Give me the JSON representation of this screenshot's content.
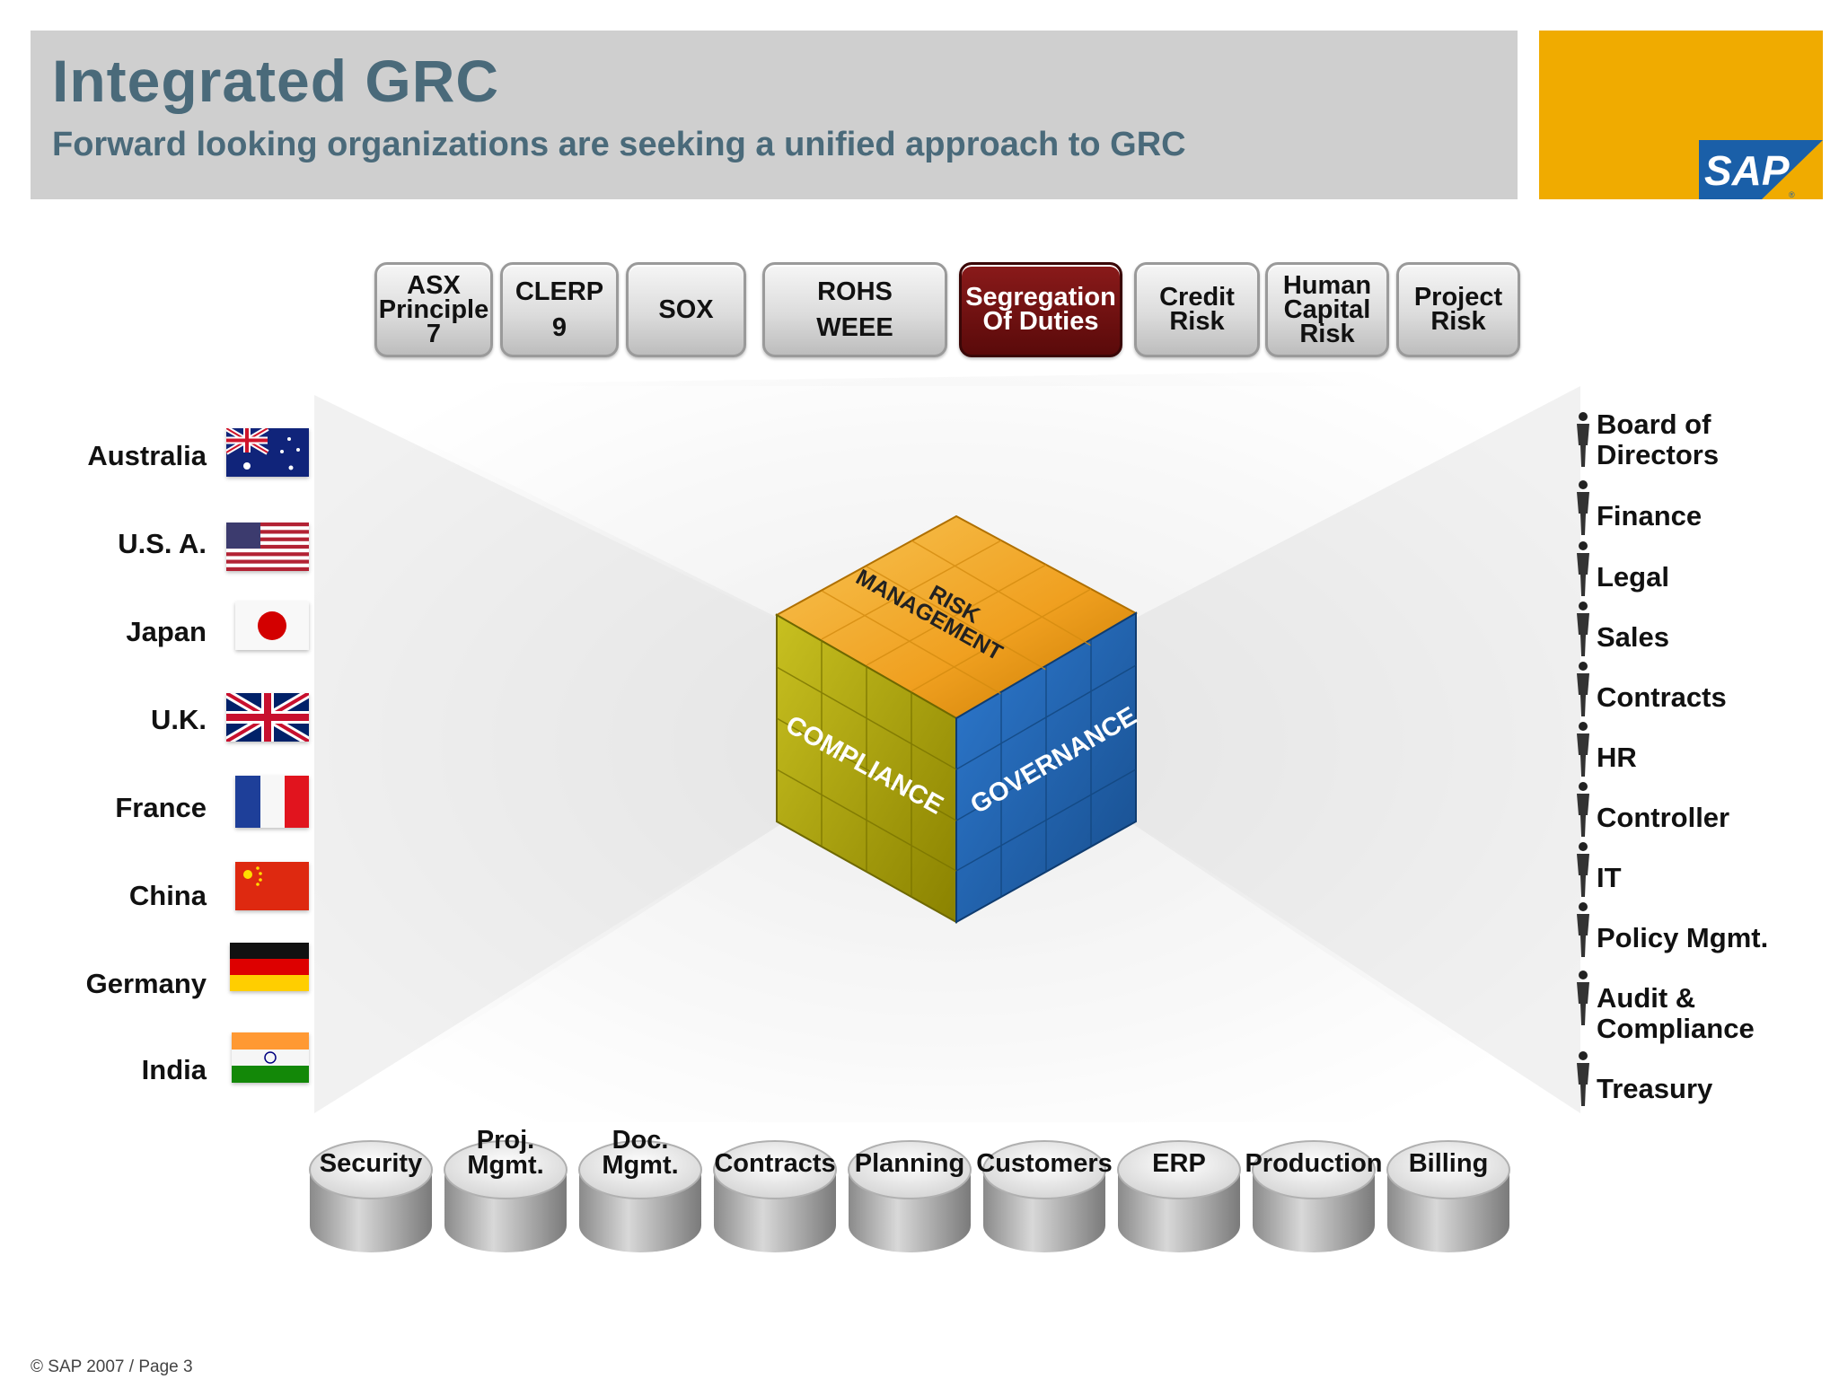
{
  "header": {
    "title": "Integrated GRC",
    "subtitle": "Forward looking organizations are seeking a unified approach to GRC",
    "logo_text": "SAP"
  },
  "regulations": [
    {
      "label": "ASX\nPrinciple\n7",
      "active": false
    },
    {
      "label": "CLERP 9",
      "active": false
    },
    {
      "label": "SOX",
      "active": false
    },
    {
      "label": "ROHS\nWEEE",
      "active": false
    },
    {
      "label": "Segregation\nOf Duties",
      "active": true
    },
    {
      "label": "Credit\nRisk",
      "active": false
    },
    {
      "label": "Human\nCapital\nRisk",
      "active": false
    },
    {
      "label": "Project\nRisk",
      "active": false
    }
  ],
  "countries": [
    "Australia",
    "U.S. A.",
    "Japan",
    "U.K.",
    "France",
    "China",
    "Germany",
    "India"
  ],
  "roles": [
    "Board of\nDirectors",
    "Finance",
    "Legal",
    "Sales",
    "Contracts",
    "HR",
    "Controller",
    "IT",
    "Policy Mgmt.",
    "Audit &\nCompliance",
    "Treasury"
  ],
  "cube": {
    "top_label": "RISK\nMANAGEMENT",
    "left_label": "COMPLIANCE",
    "right_label": "GOVERNANCE",
    "colors": {
      "top": "#f0a020",
      "left": "#a8a010",
      "right": "#1f5fa8"
    }
  },
  "systems": [
    "Security",
    "Proj.\nMgmt.",
    "Doc.\nMgmt.",
    "Contracts",
    "Planning",
    "Customers",
    "ERP",
    "Production",
    "Billing"
  ],
  "footer": "© SAP 2007 / Page 3",
  "colors": {
    "header_text": "#4a6a7a",
    "header_band": "#cfcfcf",
    "logo_band": "#f0ab00",
    "sap_blue": "#1a5fa8",
    "active_button": "#6e1010"
  }
}
